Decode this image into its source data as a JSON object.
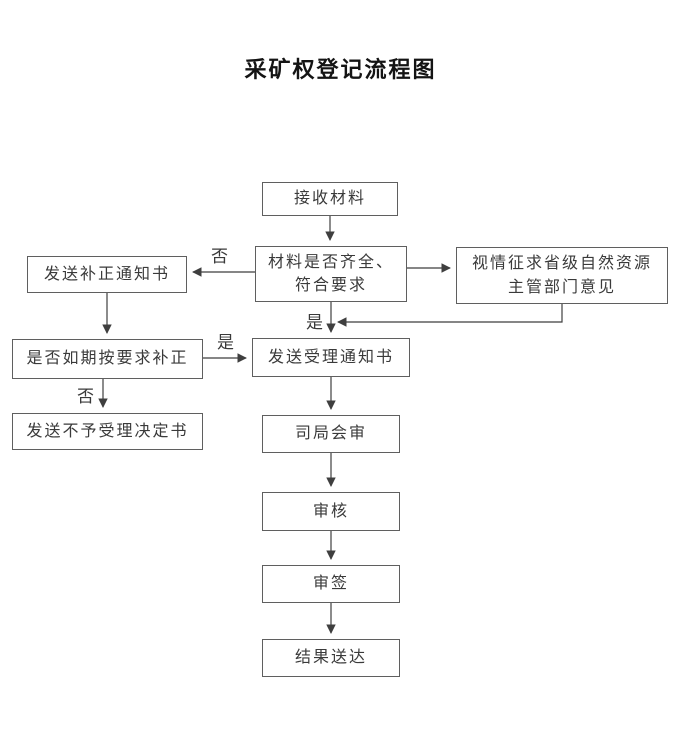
{
  "title": "采矿权登记流程图",
  "flowchart": {
    "nodes": {
      "receive": {
        "label": "接收材料"
      },
      "check": {
        "label": "材料是否齐全、\n符合要求"
      },
      "consult": {
        "label": "视情征求省级自然资源\n主管部门意见"
      },
      "send_supplement": {
        "label": "发送补正通知书"
      },
      "on_time": {
        "label": "是否如期按要求补正"
      },
      "reject": {
        "label": "发送不予受理决定书"
      },
      "accept": {
        "label": "发送受理通知书"
      },
      "joint_review": {
        "label": "司局会审"
      },
      "review": {
        "label": "审核"
      },
      "sign": {
        "label": "审签"
      },
      "deliver": {
        "label": "结果送达"
      }
    },
    "edge_labels": {
      "check_no": "否",
      "check_yes": "是",
      "on_time_yes": "是",
      "on_time_no": "否"
    },
    "line_color": "#3f3f3f",
    "border_color": "#5f5f5f"
  }
}
